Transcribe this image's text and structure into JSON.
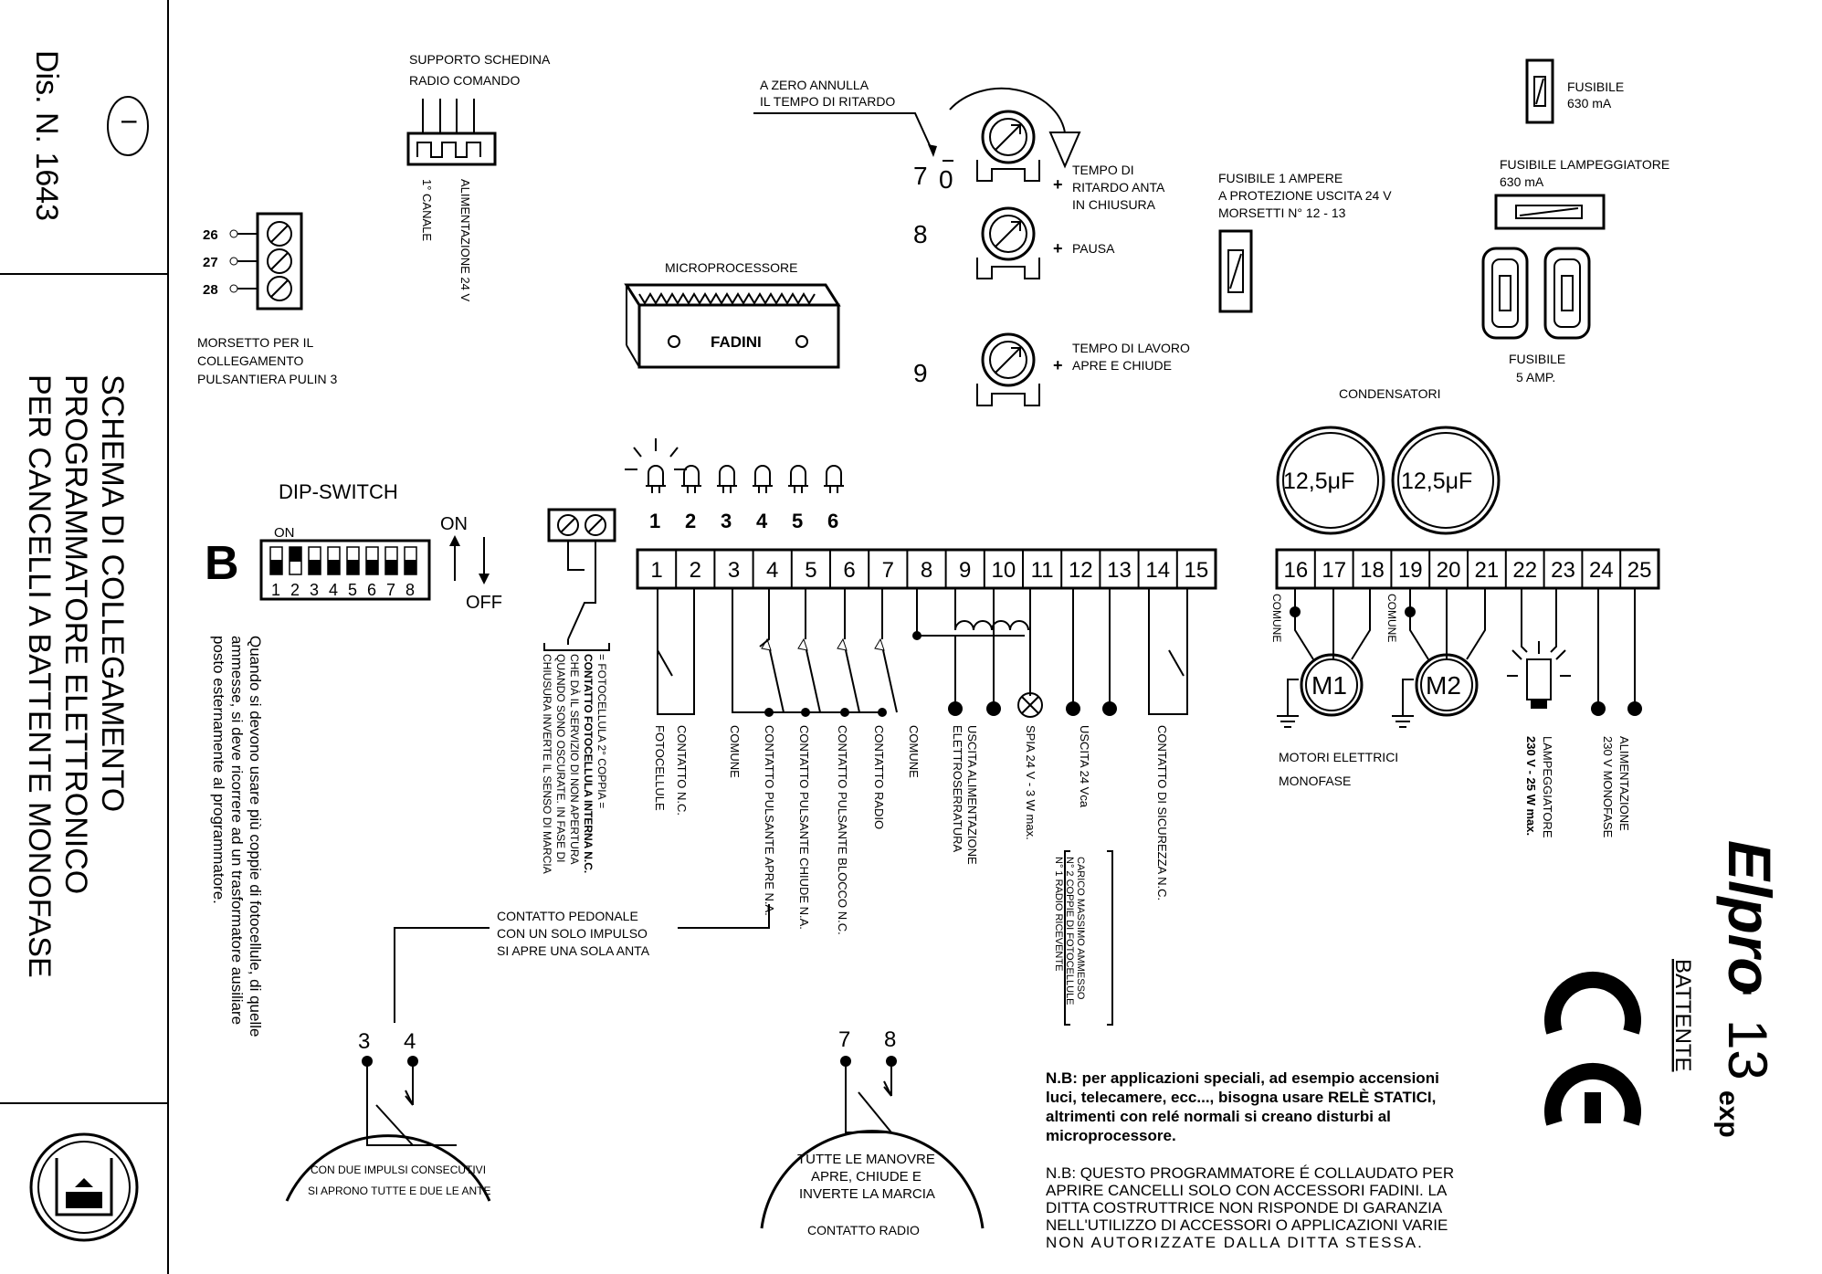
{
  "side_panel": {
    "drawing_number": "Dis. N. 1643",
    "circle_label": "I",
    "title_lines": [
      "SCHEMA DI COLLEGAMENTO",
      "PROGRAMMATORE ELETTRONICO",
      "PER CANCELLI A BATTENTE MONOFASE"
    ]
  },
  "radio_support": {
    "label_lines": [
      "SUPPORTO SCHEDINA",
      "RADIO COMANDO"
    ],
    "pin_label_1": "1° CANALE",
    "pin_label_2": "ALIMENTAZIONE 24 V"
  },
  "pulin": {
    "terminals": [
      "26",
      "27",
      "28"
    ],
    "label_lines": [
      "MORSETTO PER IL",
      "COLLEGAMENTO",
      "PULSANTIERA PULIN 3"
    ]
  },
  "microprocessor": {
    "label": "MICROPROCESSORE",
    "brand": "FADINI"
  },
  "trimmers": {
    "note_lines": [
      "A ZERO ANNULLA",
      "IL TEMPO DI RITARDO"
    ],
    "t7": {
      "num": "7",
      "zero": "0",
      "lines": [
        "TEMPO DI",
        "RITARDO ANTA",
        "IN CHIUSURA"
      ]
    },
    "t8": {
      "num": "8",
      "lines": [
        "PAUSA"
      ]
    },
    "t9": {
      "num": "9",
      "lines": [
        "TEMPO DI LAVORO",
        "APRE E CHIUDE"
      ]
    },
    "plus": "+"
  },
  "fuses": {
    "f630": [
      "FUSIBILE",
      "630 mA"
    ],
    "f1a": [
      "FUSIBILE 1 AMPERE",
      "A PROTEZIONE USCITA 24 V",
      "MORSETTI N° 12 - 13"
    ],
    "flamp": [
      "FUSIBILE LAMPEGGIATORE",
      "630 mA"
    ],
    "f5a": [
      "FUSIBILE",
      "5 AMP."
    ]
  },
  "capacitors": {
    "label": "CONDENSATORI",
    "values": [
      "12,5μF",
      "12,5μF"
    ]
  },
  "dip_switch": {
    "title": "DIP-SWITCH",
    "bank": "B",
    "on_small": "ON",
    "on": "ON",
    "off": "OFF",
    "numbers": [
      "1",
      "2",
      "3",
      "4",
      "5",
      "6",
      "7",
      "8"
    ],
    "positions_up": [
      false,
      true,
      false,
      false,
      false,
      false,
      false,
      false
    ]
  },
  "leds": {
    "numbers": [
      "1",
      "2",
      "3",
      "4",
      "5",
      "6"
    ]
  },
  "terminal_block_left": [
    "1",
    "2",
    "3",
    "4",
    "5",
    "6",
    "7",
    "8",
    "9",
    "10",
    "11",
    "12",
    "13",
    "14",
    "15"
  ],
  "terminal_block_right": [
    "16",
    "17",
    "18",
    "19",
    "20",
    "21",
    "22",
    "23",
    "24",
    "25"
  ],
  "wire_labels": {
    "fotocellule": "FOTOCELLULE",
    "contatto_nc": "CONTATTO N.C.",
    "comune": "COMUNE",
    "pulsante_apre": "CONTATTO PULSANTE APRE N.A.",
    "pulsante_chiude": "CONTATTO PULSANTE CHIUDE N.A.",
    "pulsante_blocco": "CONTATTO PULSANTE BLOCCO N.C.",
    "contatto_radio": "CONTATTO RADIO",
    "comune2": "COMUNE",
    "uscita_elettro": [
      "USCITA ALIMENTAZIONE",
      "ELETTROSERRATURA"
    ],
    "spia": "SPIA 24 V - 3 W max.",
    "uscita24": "USCITA 24 Vca",
    "sicurezza": "CONTATTO DI SICUREZZA N.C.",
    "carico": [
      "CARICO MASSIMO AMMESSO",
      "N° 2 COPPIE DI FOTOCELLULE",
      "N° 1 RADIO RICEVENTE"
    ],
    "fotocellula_interna": [
      "= FOTOCELLULA 2° COPPIA =",
      "CONTATTO FOTOCELLULA INTERNA N.C.",
      "CHE DÀ IL SERVIZIO DI NON APERTURA",
      "QUANDO SONO OSCURATE. IN FASE DI",
      "CHIUSURA INVERTE IL SENSO DI MARCIA"
    ],
    "comune_m1": "COMUNE",
    "comune_m2": "COMUNE",
    "lampeggiatore": [
      "LAMPEGGIATORE",
      "230 V - 25 W max."
    ],
    "alimentazione": [
      "ALIMENTAZIONE",
      "230 V MONOFASE"
    ]
  },
  "motors": {
    "m1": "M1",
    "m2": "M2",
    "label_lines": [
      "MOTORI ELETTRICI",
      "MONOFASE"
    ]
  },
  "pedestrian": {
    "lines": [
      "CONTATTO PEDONALE",
      "CON UN SOLO IMPULSO",
      "SI APRE UNA SOLA ANTA"
    ],
    "t3": "3",
    "t4": "4",
    "bottom_lines": [
      "CON DUE IMPULSI CONSECUTIVI",
      "SI APRONO TUTTE E DUE LE ANTE"
    ]
  },
  "radio_contact": {
    "t7": "7",
    "t8": "8",
    "lines": [
      "TUTTE LE MANOVRE",
      "APRE, CHIUDE E",
      "INVERTE LA MARCIA"
    ],
    "label": "CONTATTO RADIO"
  },
  "side_note": [
    "Quando si devono usare più coppie di fotocellule, di quelle",
    "ammesse, si deve ricorrere ad un trasformatore ausiliare",
    "posto esternamente al programmatore."
  ],
  "notes": {
    "nb1": [
      "N.B: per applicazioni speciali, ad esempio accensioni",
      "luci, telecamere, ecc..., bisogna usare RELÈ STATICI,",
      "altrimenti con relé normali si creano disturbi al",
      "microprocessore."
    ],
    "nb2": [
      "N.B: QUESTO PROGRAMMATORE É COLLAUDATO PER",
      "APRIRE CANCELLI SOLO CON ACCESSORI FADINI. LA",
      "DITTA COSTRUTTRICE NON RISPONDE DI GARANZIA",
      "NELL'UTILIZZO DI ACCESSORI O APPLICAZIONI VARIE",
      "NON AUTORIZZATE DALLA DITTA STESSA."
    ]
  },
  "brand": {
    "name": "Elpro",
    "dot": "·",
    "model": "13",
    "suffix": "exp",
    "sub": "BATTENTE",
    "ce": "CE"
  }
}
